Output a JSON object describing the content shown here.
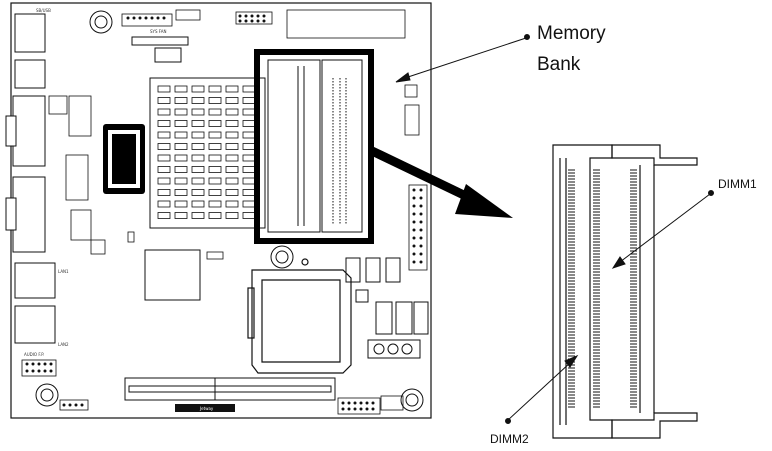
{
  "callouts": {
    "memory_line1": "Memory",
    "memory_line2": "Bank",
    "dimm1": "DIMM1",
    "dimm2": "DIMM2"
  },
  "board_labels": {
    "usb_top": "SB/USB",
    "sys_fan": "SYS FAN",
    "lan1": "LAN1",
    "lan2": "LAN2",
    "audio": "AUDIO F.P.",
    "brand": "Jetway"
  },
  "colors": {
    "line": "#111111",
    "board": "#ffffff",
    "highlight": "#000000"
  }
}
